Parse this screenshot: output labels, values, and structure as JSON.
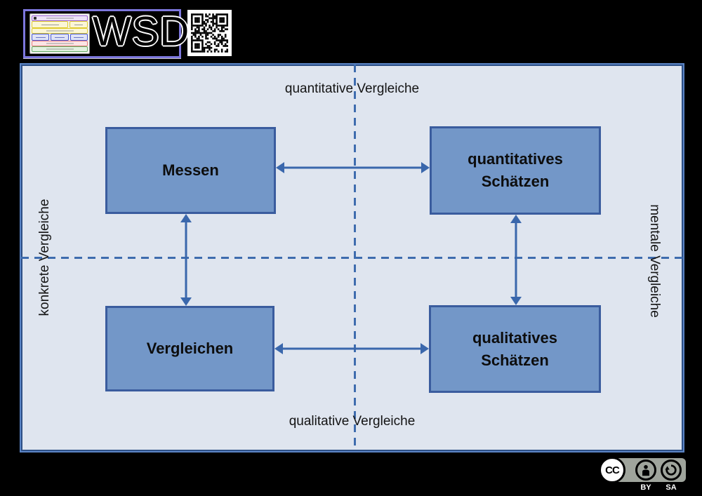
{
  "header": {
    "logo_text": "WSD",
    "icons": {
      "thumbnail": "worksheet-thumbnail-icon",
      "qr": "qr-code-icon"
    }
  },
  "diagram": {
    "axis_labels": {
      "top": "quantitative Vergleiche",
      "bottom": "qualitative Vergleiche",
      "left": "konkrete Vergleiche",
      "right": "mentale Vergleiche"
    },
    "boxes": [
      {
        "id": "messen",
        "label": "Messen"
      },
      {
        "id": "quantitatives-schaetzen",
        "label": "quantitatives Schätzen"
      },
      {
        "id": "vergleichen",
        "label": "Vergleichen"
      },
      {
        "id": "qualitatives-schaetzen",
        "label": "qualitatives Schätzen"
      }
    ],
    "colors": {
      "panel_bg": "#dfe5ef",
      "panel_border_outer": "#5b84c4",
      "panel_border_inner": "#2e5086",
      "box_fill": "#7397c8",
      "box_border": "#3a5c9e",
      "arrow": "#3a67ac",
      "dash_line": "#3e6cae",
      "logo_border": "#7d77dd",
      "text": "#141414"
    }
  },
  "license": {
    "cc": "CC",
    "by": "BY",
    "sa": "SA"
  }
}
